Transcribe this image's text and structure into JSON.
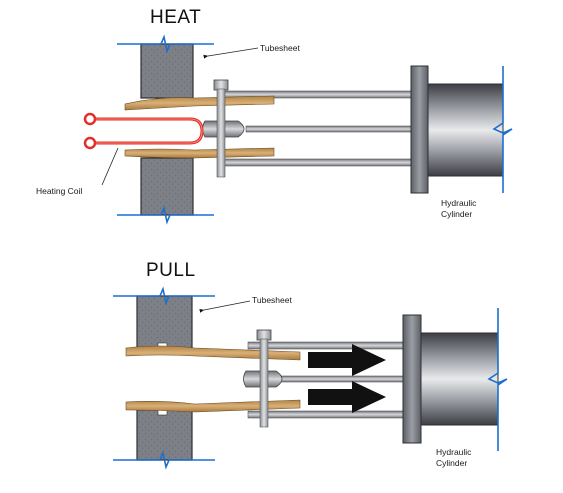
{
  "panels": {
    "heat": {
      "title": "HEAT",
      "tubesheet_label": "Tubesheet",
      "coil_label": "Heating Coil",
      "cylinder_label_line1": "Hydraulic",
      "cylinder_label_line2": "Cylinder"
    },
    "pull": {
      "title": "PULL",
      "tubesheet_label": "Tubesheet",
      "cylinder_label_line1": "Hydraulic",
      "cylinder_label_line2": "Cylinder"
    }
  },
  "colors": {
    "break_line": "#1a6fd0",
    "steel": "#8c8e93",
    "tube": "#c49a5a",
    "coil": "#e0302a",
    "arrow": "#111111"
  }
}
